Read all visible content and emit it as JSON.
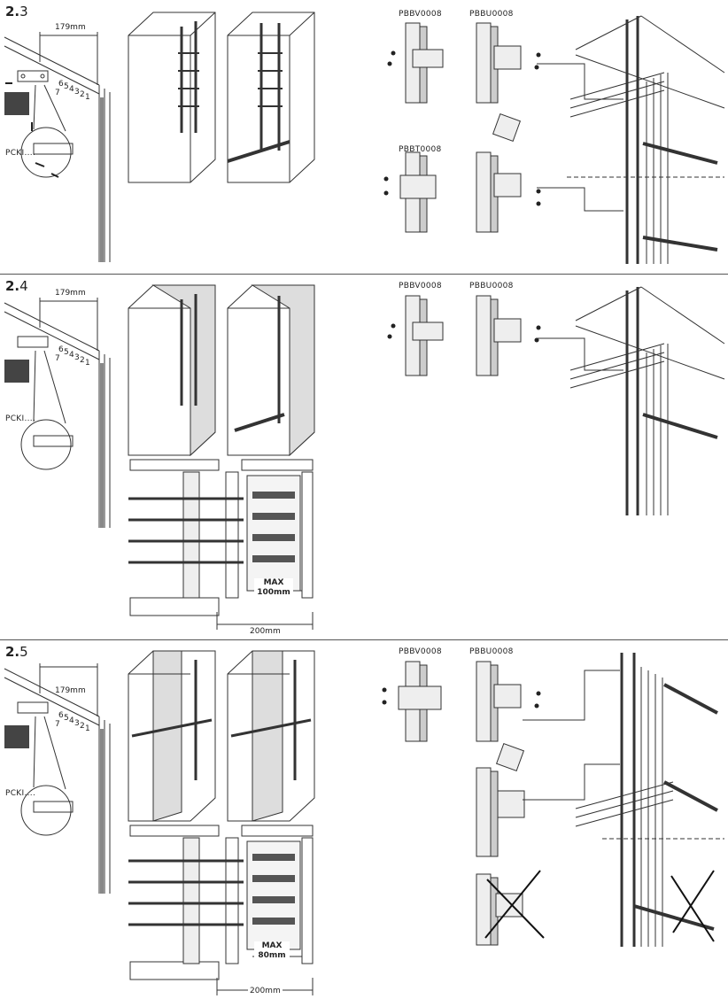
{
  "sections": [
    {
      "id": "s23",
      "number_major": "2.",
      "number_minor": "3",
      "dim_top": "179mm",
      "side_label": "PCKI....",
      "scale_digits": [
        "6",
        "5",
        "4",
        "3",
        "2",
        "1",
        "7"
      ],
      "codes": [
        "PBBV0008",
        "PBBU0008",
        "PBBT0008"
      ],
      "plan": null
    },
    {
      "id": "s24",
      "number_major": "2.",
      "number_minor": "4",
      "dim_top": "179mm",
      "side_label": "PCKI....",
      "scale_digits": [
        "6",
        "5",
        "4",
        "3",
        "2",
        "1",
        "7"
      ],
      "codes": [
        "PBBV0008",
        "PBBU0008"
      ],
      "plan": {
        "max_label": "MAX",
        "max_value": "100mm",
        "width_label": "200mm"
      }
    },
    {
      "id": "s25",
      "number_major": "2.",
      "number_minor": "5",
      "dim_top": "179mm",
      "side_label": "PCKI....",
      "scale_digits": [
        "6",
        "5",
        "4",
        "3",
        "2",
        "1",
        "7"
      ],
      "codes": [
        "PBBV0008",
        "PBBU0008"
      ],
      "plan": {
        "max_label": "MAX",
        "max_value": "80mm",
        "width_label": "200mm"
      }
    }
  ]
}
